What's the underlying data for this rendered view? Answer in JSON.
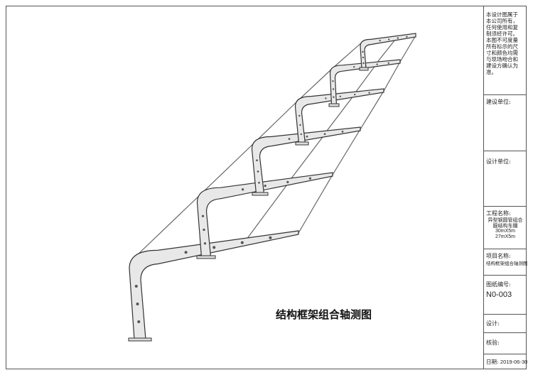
{
  "title_block": {
    "notice": [
      "本设计图属于",
      "本公司所有，",
      "任何使用和复",
      "制须经许可。",
      "本图不可度量",
      "所有标示的尺",
      "寸和颜色均需",
      "与现场吻合和",
      "建设方确认为",
      "准。"
    ],
    "client_label": "建设单位:",
    "designer_org_label": "设计单位:",
    "project_label": "工程名称:",
    "project_name": [
      "异型钢圆管组合",
      "膜结构车棚",
      "30mX5m",
      "27mX5m"
    ],
    "item_label": "项目名称:",
    "item_name": "结构框架组合轴测图",
    "drawing_no_label": "图纸编号:",
    "drawing_no": "N0-003",
    "design_label": "设计:",
    "check_label": "核验:",
    "date_label": "日期:",
    "date": "2019-06-30"
  },
  "drawing": {
    "caption": "结构框架组合轴测图"
  }
}
